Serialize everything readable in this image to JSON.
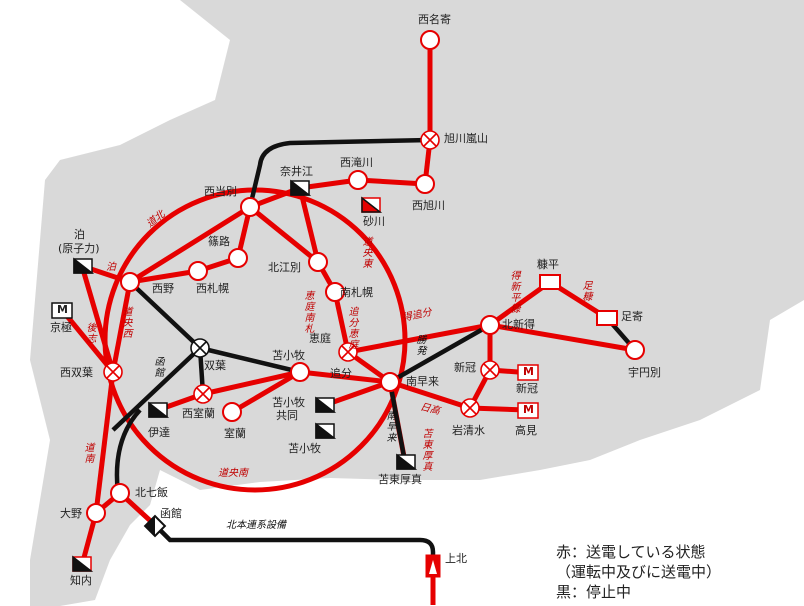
{
  "stations": {
    "nishinayoro": "西名寄",
    "asahikawa_ranzan": "旭川嵐山",
    "nishitakikawa": "西滝川",
    "nishiasahikawa": "西旭川",
    "naie": "奈井江",
    "sunagawa": "砂川",
    "nishitobetsu": "西当別",
    "shinoro": "篠路",
    "nishisapporo": "西札幌",
    "kitaebetsu": "北江別",
    "minamisapporo": "南札幌",
    "eniwa": "恵庭",
    "tomari": "泊",
    "tomari_sub": "(原子力)",
    "kyogoku": "京極",
    "nishino": "西野",
    "futaba": "双葉",
    "nishifutaba": "西双葉",
    "tomakomai": "苫小牧",
    "tomakomai_kyodo": "苫小牧",
    "tomakomai_kyodo2": "共同",
    "tomakomai_plant": "苫小牧",
    "nishimuroran": "西室蘭",
    "muroran": "室蘭",
    "date": "伊達",
    "oiwake": "追分",
    "minamihayakita": "南早来",
    "tomato_atsuma": "苫東厚真",
    "iwashimizu": "岩清水",
    "takami": "高見",
    "niikappu": "新冠",
    "niikappu_plant": "新冠",
    "kitashintoku": "北新得",
    "nukabira": "糠平",
    "ashoro": "足寄",
    "nishitokachi": "宇円別",
    "kitanana": "北七飯",
    "hakodate": "函館",
    "ono": "大野",
    "shiriuchi": "知内",
    "kamikita": "上北"
  },
  "line_labels": {
    "dohoku": "道北",
    "doo_higashi": "道央東",
    "doo_nishi": "道央西",
    "doo_minami": "道央南",
    "donan": "道南",
    "tomari_line": "泊",
    "kogoku_line": "後志",
    "hakodate_line": "函館",
    "eniwa_line": "恵庭南札",
    "oiwake_line": "追分恵庭",
    "doto_oiwake": "得追分",
    "kachihatsu": "勝発",
    "nichidaka": "日高",
    "minamihaya": "南早来",
    "tomato_line": "苫東厚真",
    "shintoku_line": "得新平糠",
    "ashoro_line": "足糠"
  },
  "hvdc_label": "北本連系設備",
  "legend": {
    "red_line1": "赤：送電している状態",
    "red_line2": "（運転中及びに送電中）",
    "black_line": "黒：停止中"
  },
  "status_colors": {
    "energized": "#e60000",
    "stopped": "#111111",
    "background": "#d9d9d9"
  },
  "plant_badge": "M"
}
